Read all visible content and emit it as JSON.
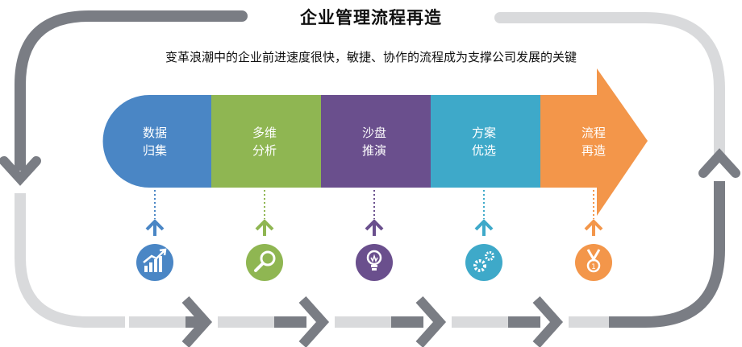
{
  "title": "企业管理流程再造",
  "subtitle": "变革浪潮中的企业前进速度很快，敏捷、协作的流程成为支撑公司发展的关键",
  "steps": [
    {
      "label": "数据\n归集",
      "color": "#4a86c5",
      "icon": "growth-chart-icon"
    },
    {
      "label": "多维\n分析",
      "color": "#8fb652",
      "icon": "magnifier-icon"
    },
    {
      "label": "沙盘\n推演",
      "color": "#6a4f8d",
      "icon": "lightbulb-icon"
    },
    {
      "label": "方案\n优选",
      "color": "#3ea9c9",
      "icon": "gears-icon"
    },
    {
      "label": "流程\n再造",
      "color": "#f3964a",
      "icon": "medal-icon"
    }
  ],
  "colors": {
    "loop_dark": "#7a7d84",
    "loop_light": "#d9dadc"
  }
}
